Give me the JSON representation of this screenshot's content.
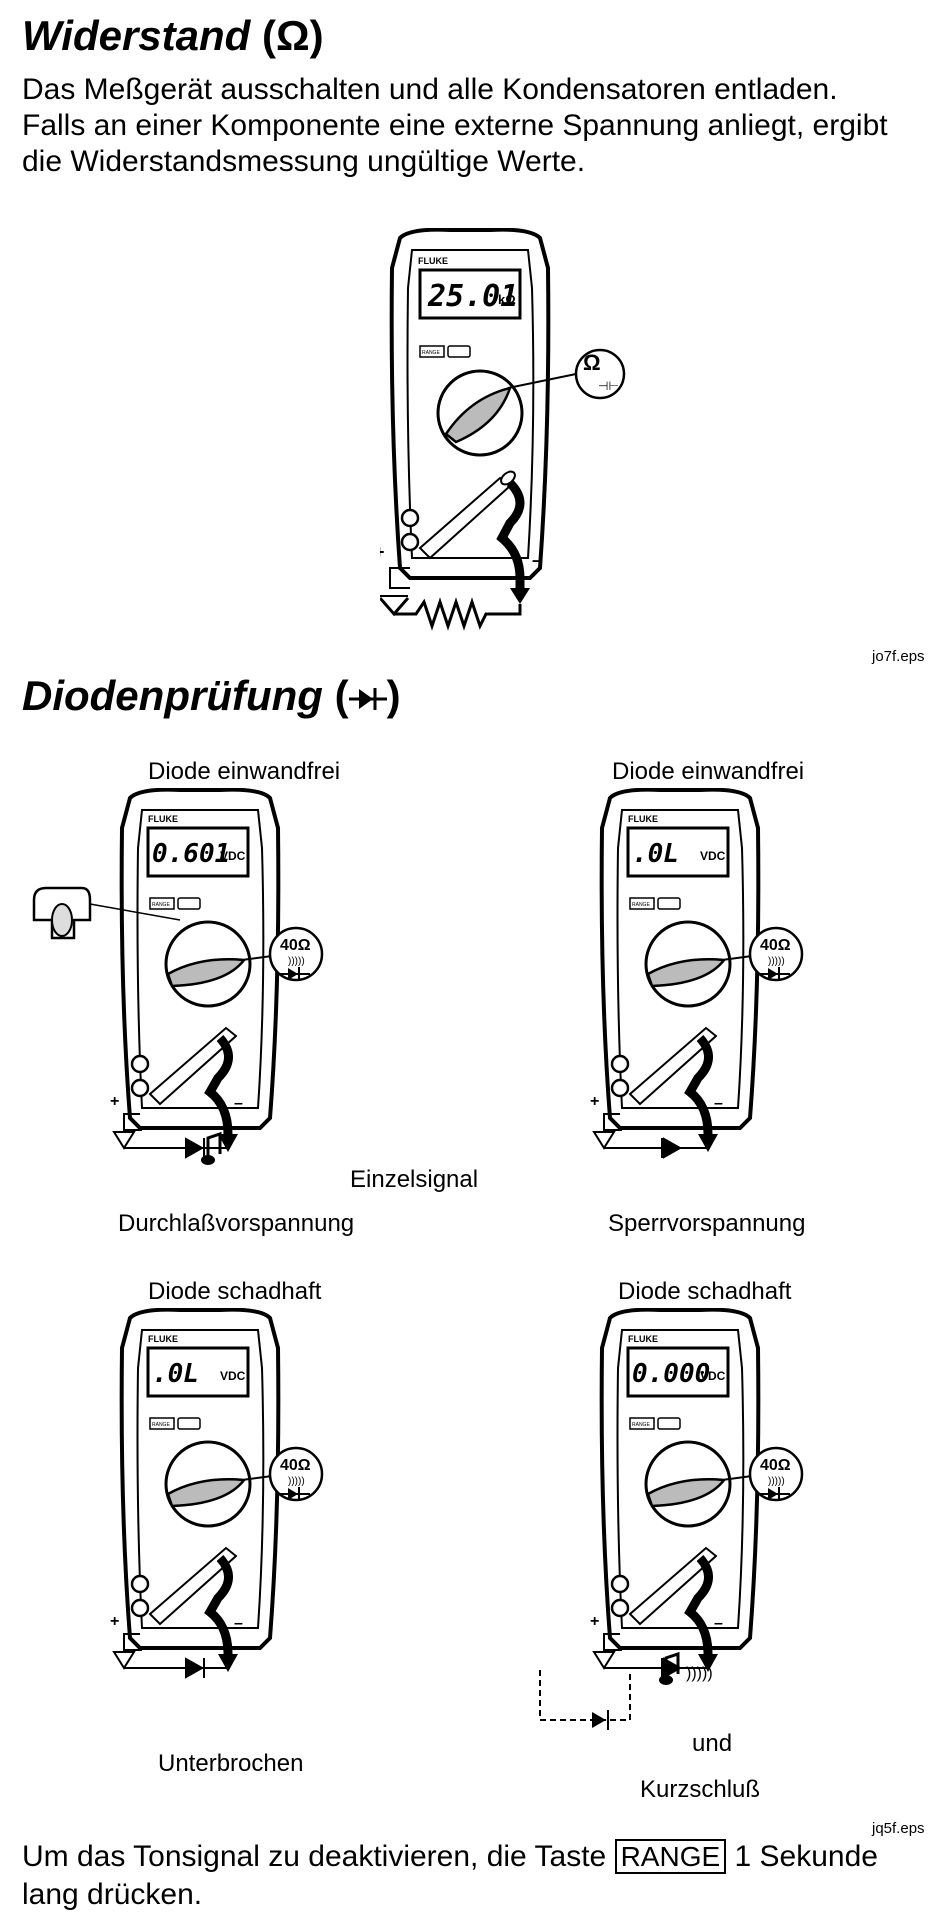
{
  "resistance": {
    "title": "Widerstand",
    "symbol": "(Ω)",
    "text_line1": "Das Meßgerät ausschalten und alle Kondensatoren entladen.",
    "text_line2": "Falls an einer Komponente eine externe Spannung anliegt, ergibt",
    "text_line3": "die Widerstandsmessung ungültige Werte.",
    "meter": {
      "brand": "FLUKE",
      "display": "25.01",
      "unit": "kΩ",
      "range_label": "RANGE",
      "dial_symbol": "Ω",
      "cap_symbol": "⊣⊢"
    },
    "plus": "+",
    "minus": "–",
    "figure_ref": "jo7f.eps"
  },
  "diode": {
    "title": "Diodenprüfung",
    "symbol": "( )",
    "panels": [
      {
        "heading": "Diode einwandfrei",
        "display": "0.601",
        "unit": "VDC",
        "dial": "40Ω",
        "caption": "Durchlaßvorspannung",
        "signal": "Einzelsignal"
      },
      {
        "heading": "Diode einwandfrei",
        "display": ".0L",
        "unit": "VDC",
        "dial": "40Ω",
        "caption": "Sperrvorspannung"
      },
      {
        "heading": "Diode schadhaft",
        "display": ".0L",
        "unit": "VDC",
        "dial": "40Ω",
        "caption": "Unterbrochen"
      },
      {
        "heading": "Diode schadhaft",
        "display": "0.000",
        "unit": "VDC",
        "dial": "40Ω",
        "caption": "Kurzschluß",
        "and_label": "und"
      }
    ],
    "brand": "FLUKE",
    "range_label": "RANGE",
    "figure_ref": "jq5f.eps"
  },
  "footer": {
    "text_before": "Um das Tonsignal zu deaktivieren, die Taste",
    "key": "RANGE",
    "text_after": "1 Sekunde",
    "text_line2": "lang drücken."
  }
}
